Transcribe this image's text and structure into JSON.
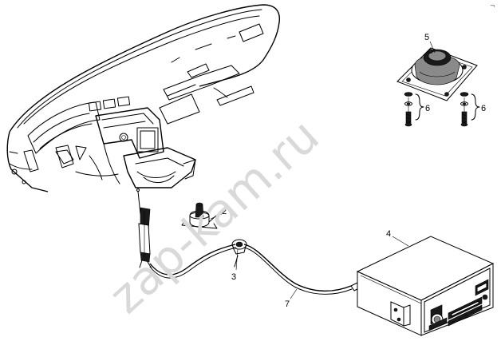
{
  "watermark": "zap-kam.ru",
  "corner_mark": "¬",
  "callouts": {
    "c2": "2",
    "c3": "3",
    "c4": "4",
    "c5": "5",
    "c6a": "6",
    "c6b": "6",
    "c7": "7"
  }
}
